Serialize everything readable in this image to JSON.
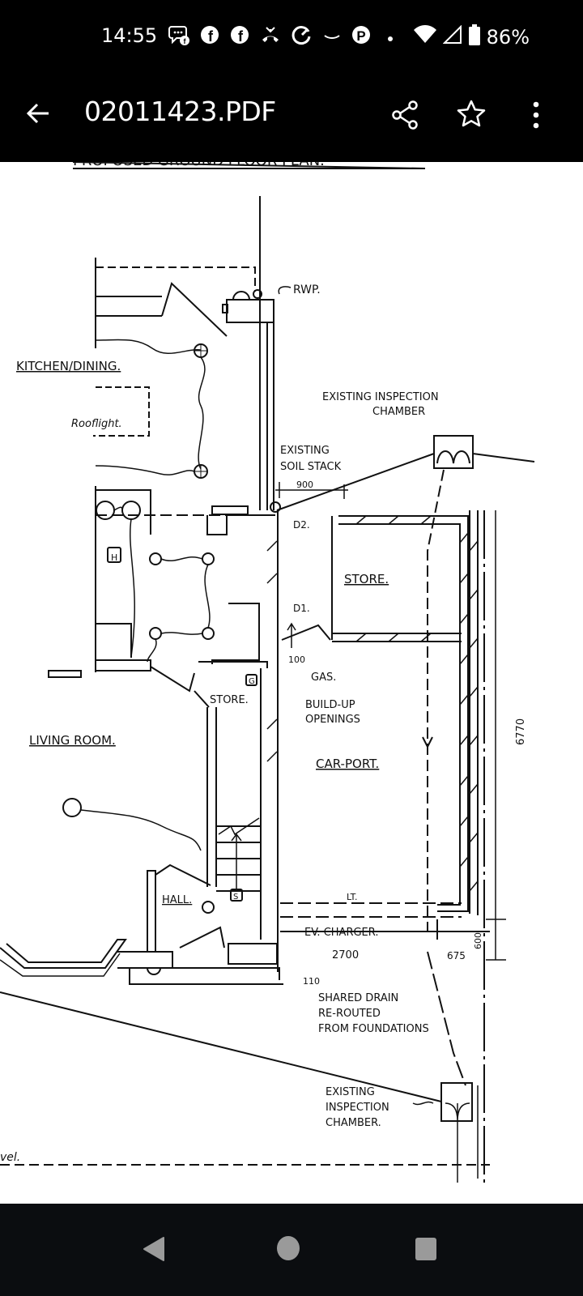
{
  "status_bar": {
    "time": "14:55",
    "notification_icons": [
      "messenger-icon",
      "facebook-icon",
      "facebook-icon",
      "missed-call-icon",
      "sync-icon",
      "amazon-icon",
      "pinterest-icon",
      "dot-icon"
    ],
    "battery_percent": "86%"
  },
  "app_bar": {
    "title": "02011423.PDF",
    "actions": [
      "share",
      "star",
      "more-options"
    ]
  },
  "document": {
    "heading_partial": "PROPOSED GROUND FLOOR PLAN.",
    "labels": {
      "rwp": "RWP.",
      "kitchen": "KITCHEN/DINING.",
      "rooflight": "Rooflight.",
      "existing_ic_top_1": "EXISTING INSPECTION",
      "existing_ic_top_2": "CHAMBER",
      "existing_soil_1": "EXISTING",
      "existing_soil_2": "SOIL STACK",
      "dim_900": "900",
      "d2": "D2.",
      "store_upper": "STORE.",
      "d1": "D1.",
      "dim_100": "100",
      "gas": "GAS.",
      "build_up_1": "BUILD-UP",
      "build_up_2": "OPENINGS",
      "car_port": "CAR-PORT.",
      "living_room": "LIVING ROOM.",
      "store_lower": "STORE.",
      "hall": "HALL.",
      "h_box": "H",
      "g_box": "G",
      "s_box": "S",
      "lt": "LT.",
      "ev_charger": "EV. CHARGER.",
      "dim_2700": "2700",
      "dim_675": "675",
      "dim_600": "600",
      "dim_6770": "6770",
      "dim_110": "110",
      "shared_drain_1": "SHARED DRAIN",
      "shared_drain_2": "RE-ROUTED",
      "shared_drain_3": "FROM FOUNDATIONS",
      "existing_ic_bottom_1": "EXISTING",
      "existing_ic_bottom_2": "INSPECTION",
      "existing_ic_bottom_3": "CHAMBER.",
      "level_partial": "vel."
    }
  },
  "nav_bar": {
    "buttons": [
      "back",
      "home",
      "recents"
    ]
  }
}
